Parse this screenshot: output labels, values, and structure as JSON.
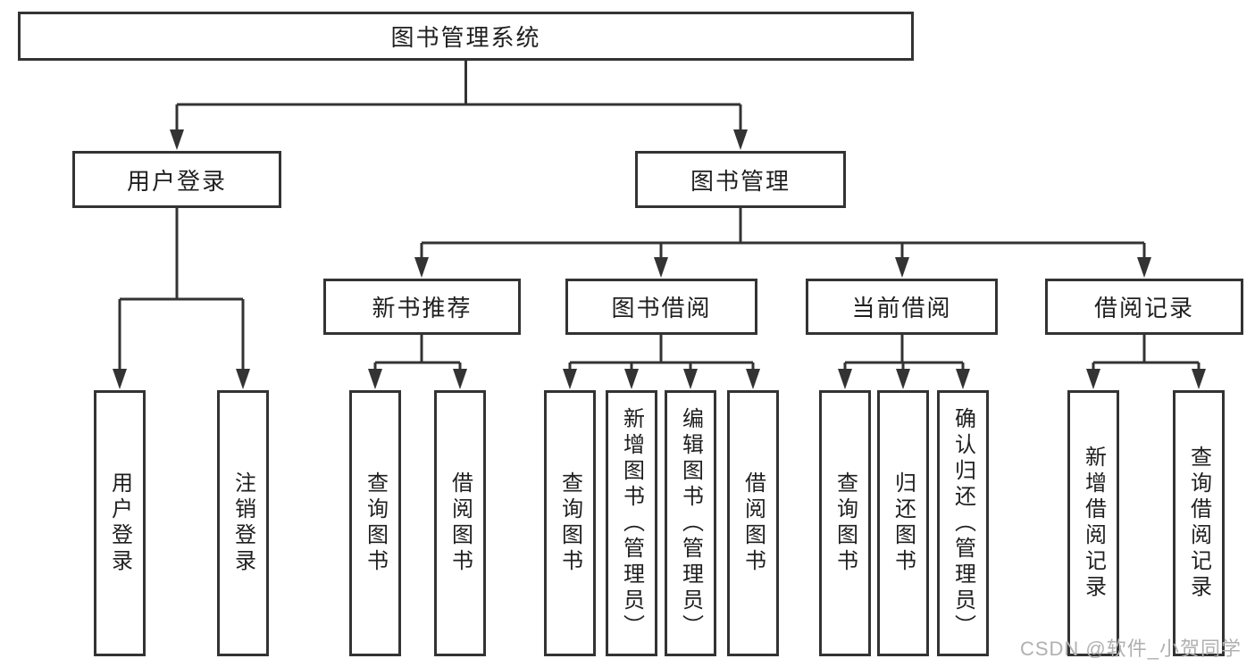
{
  "diagram": {
    "root": {
      "label": "图书管理系统"
    },
    "branches": [
      {
        "label": "用户登录",
        "children": [
          {
            "label": "用户登录"
          },
          {
            "label": "注销登录"
          }
        ]
      },
      {
        "label": "图书管理",
        "groups": [
          {
            "label": "新书推荐",
            "children": [
              {
                "label": "查询图书"
              },
              {
                "label": "借阅图书"
              }
            ]
          },
          {
            "label": "图书借阅",
            "children": [
              {
                "label": "查询图书"
              },
              {
                "label": "新增图书（管理员）"
              },
              {
                "label": "编辑图书（管理员）"
              },
              {
                "label": "借阅图书"
              }
            ]
          },
          {
            "label": "当前借阅",
            "children": [
              {
                "label": "查询图书"
              },
              {
                "label": "归还图书"
              },
              {
                "label": "确认归还（管理员）"
              }
            ]
          },
          {
            "label": "借阅记录",
            "children": [
              {
                "label": "新增借阅记录"
              },
              {
                "label": "查询借阅记录"
              }
            ]
          }
        ]
      }
    ]
  },
  "watermark": {
    "text": "CSDN @软件_小贺同学"
  },
  "colors": {
    "line": "#333333",
    "text": "#1f1f1f",
    "background": "#ffffff",
    "watermark": "#b0b0b0"
  }
}
